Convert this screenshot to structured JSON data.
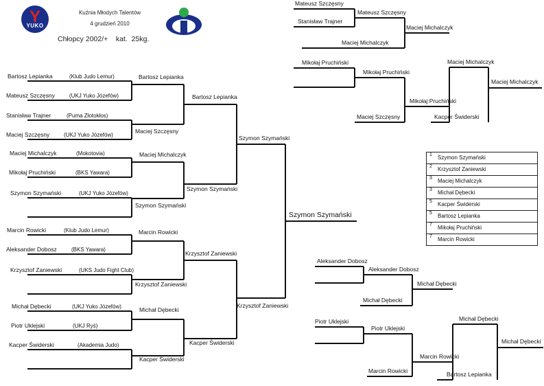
{
  "header": {
    "club": "Kuźnia Młodych Talentów",
    "date": "4 grudzień 2010",
    "category": "Chłopcy 2002/+    kat.  25kg.",
    "logo_left_text": "YUKO"
  },
  "icons": {
    "left_logo": "yuko-club-logo",
    "right_logo": "info-person-logo"
  },
  "colors": {
    "line": "#111111",
    "logo_blue": "#1a2f8a",
    "logo_red": "#d42424",
    "logo_green": "#2eaa4a"
  },
  "main_bracket": {
    "round1": [
      {
        "name": "Bartosz Lepianka",
        "club": "(Klub Judo Lemur)"
      },
      {
        "name": "Mateusz Szczęsny",
        "club": "(UKJ Yuko Józefów)"
      },
      {
        "name": "Stanisław Trajner",
        "club": "(Puma Złotokłos)"
      },
      {
        "name": "Maciej Szczęsny",
        "club": "(UKJ Yuko Józefów)"
      },
      {
        "name": "Maciej Michalczyk",
        "club": "(Mokotovia)"
      },
      {
        "name": "Mikołaj Pruchiński",
        "club": "(BKS Yawara)"
      },
      {
        "name": "Szymon Szymański",
        "club": "(UKJ Yuko Józefów)"
      },
      {
        "name": "",
        "club": ""
      },
      {
        "name": "Marcin Rowicki",
        "club": "(Klub Judo Lemur)"
      },
      {
        "name": "Aleksander Dobosz",
        "club": "(BKS Yawara)"
      },
      {
        "name": "Krzysztof Zaniewski",
        "club": "(UKS Judo Fight Club)"
      },
      {
        "name": "",
        "club": ""
      },
      {
        "name": "Michał Dębecki",
        "club": "(UKJ Yuko Józefów)"
      },
      {
        "name": "Piotr Uklejski",
        "club": "(UKJ Ryś)"
      },
      {
        "name": "Kacper Świderski",
        "club": "(Akademia Judo)"
      },
      {
        "name": "",
        "club": ""
      }
    ],
    "round2": [
      "Bartosz Lepianka",
      "Maciej Szczęsny",
      "Maciej Michalczyk",
      "Szymon Szymański",
      "Marcin Rowicki",
      "Krzysztof Zaniewski",
      "Michał Dębecki",
      "Kacper Świderski"
    ],
    "round3": [
      "Bartosz Lepianka",
      "Szymon Szymański",
      "Krzysztof Zaniewski",
      "Kacper Świderski"
    ],
    "semifinal": [
      "Szymon Szymański",
      "Krzysztof Zaniewski"
    ],
    "winner": "Szymon Szymański"
  },
  "repechage_top": {
    "round1": [
      "Mateusz Szczęsny",
      "Stanisław Trajner",
      "Mikołaj Pruchiński",
      ""
    ],
    "round2": [
      "Mateusz Szczęsny",
      "Maciej Michalczyk",
      "Mikołaj Pruchiński",
      "Maciej Szczęsny"
    ],
    "round3": [
      "Maciej Michalczyk",
      "Mikołaj Pruchiński"
    ],
    "round4": [
      "Maciej Michalczyk",
      "Kacper Świderski"
    ],
    "winner": "Maciej Michalczyk"
  },
  "repechage_bottom": {
    "round1": [
      "Aleksander Dobosz",
      "",
      "Piotr Uklejski",
      ""
    ],
    "round2": [
      "Aleksander Dobosz",
      "Michał Dębecki",
      "Piotr Uklejski",
      "Marcin Rowicki"
    ],
    "round3": [
      "Michał Dębecki",
      "Marcin Rowicki"
    ],
    "round4": [
      "Michał Dębecki",
      "Bartosz Lepianka"
    ],
    "winner": "Michał Dębecki"
  },
  "results": [
    {
      "place": "1",
      "name": "Szymon Szymański"
    },
    {
      "place": "2",
      "name": "Krzysztof Zaniewski"
    },
    {
      "place": "3",
      "name": "Maciej Michalczyk"
    },
    {
      "place": "3",
      "name": "Michał Dębecki"
    },
    {
      "place": "5",
      "name": "Kacper Świderski"
    },
    {
      "place": "5",
      "name": "Bartosz Lepianka"
    },
    {
      "place": "7",
      "name": "Mikołaj Pruchiński"
    },
    {
      "place": "7",
      "name": "Marcin Rowicki"
    }
  ]
}
